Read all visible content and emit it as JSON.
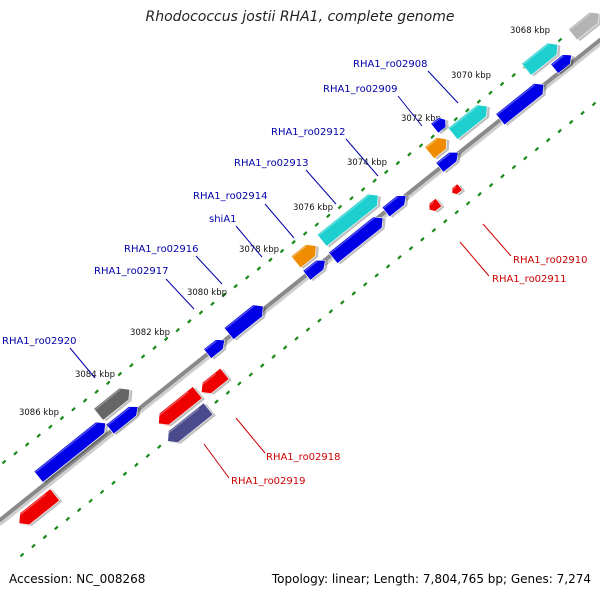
{
  "title": "Rhodococcus jostii RHA1, complete genome",
  "footer": {
    "accession": "Accession: NC_008268",
    "summary": "Topology: linear; Length: 7,804,765 bp; Genes: 7,274"
  },
  "colors": {
    "backbone": "#8a8a8a",
    "dots": "#1a8a1a",
    "blue_gene": "#0000e6",
    "cyan_gene": "#1ecfcf",
    "orange_gene": "#f08c00",
    "gray_gene": "#666666",
    "lightgray_gene": "#b4b4b4",
    "slate_gene": "#4a4a8c",
    "red_gene": "#ee0000",
    "blue_label": "#0000aa",
    "red_label": "#cc0000"
  },
  "ruler_ticks": [
    "3068 kbp",
    "3070 kbp",
    "3072 kbp",
    "3074 kbp",
    "3076 kbp",
    "3078 kbp",
    "3080 kbp",
    "3082 kbp",
    "3084 kbp",
    "3086 kbp"
  ],
  "gene_labels": [
    {
      "text": "RHA1_ro02908",
      "strand": "forward"
    },
    {
      "text": "RHA1_ro02909",
      "strand": "forward"
    },
    {
      "text": "RHA1_ro02912",
      "strand": "forward"
    },
    {
      "text": "RHA1_ro02913",
      "strand": "forward"
    },
    {
      "text": "RHA1_ro02914",
      "strand": "forward"
    },
    {
      "text": "shiA1",
      "strand": "forward"
    },
    {
      "text": "RHA1_ro02916",
      "strand": "forward"
    },
    {
      "text": "RHA1_ro02917",
      "strand": "forward"
    },
    {
      "text": "RHA1_ro02920",
      "strand": "forward"
    },
    {
      "text": "RHA1_ro02910",
      "strand": "reverse"
    },
    {
      "text": "RHA1_ro02911",
      "strand": "reverse"
    },
    {
      "text": "RHA1_ro02918",
      "strand": "reverse"
    },
    {
      "text": "RHA1_ro02919",
      "strand": "reverse"
    }
  ],
  "genes": [
    {
      "color": "lightgray_gene",
      "strand": "forward"
    },
    {
      "color": "cyan_gene",
      "strand": "forward"
    },
    {
      "color": "blue_gene",
      "strand": "forward"
    },
    {
      "color": "blue_gene",
      "strand": "forward"
    },
    {
      "color": "cyan_gene",
      "strand": "forward"
    },
    {
      "color": "blue_gene",
      "strand": "forward"
    },
    {
      "color": "orange_gene",
      "strand": "forward"
    },
    {
      "color": "blue_gene",
      "strand": "forward"
    },
    {
      "color": "cyan_gene",
      "strand": "forward"
    },
    {
      "color": "blue_gene",
      "strand": "forward"
    },
    {
      "color": "blue_gene",
      "strand": "forward"
    },
    {
      "color": "orange_gene",
      "strand": "forward"
    },
    {
      "color": "blue_gene",
      "strand": "forward"
    },
    {
      "color": "blue_gene",
      "strand": "forward"
    },
    {
      "color": "blue_gene",
      "strand": "forward"
    },
    {
      "color": "gray_gene",
      "strand": "forward"
    },
    {
      "color": "blue_gene",
      "strand": "forward"
    },
    {
      "color": "blue_gene",
      "strand": "forward"
    },
    {
      "color": "red_gene",
      "strand": "reverse"
    },
    {
      "color": "red_gene",
      "strand": "reverse"
    },
    {
      "color": "red_gene",
      "strand": "reverse"
    },
    {
      "color": "red_gene",
      "strand": "reverse"
    },
    {
      "color": "slate_gene",
      "strand": "reverse"
    },
    {
      "color": "red_gene",
      "strand": "reverse"
    }
  ]
}
